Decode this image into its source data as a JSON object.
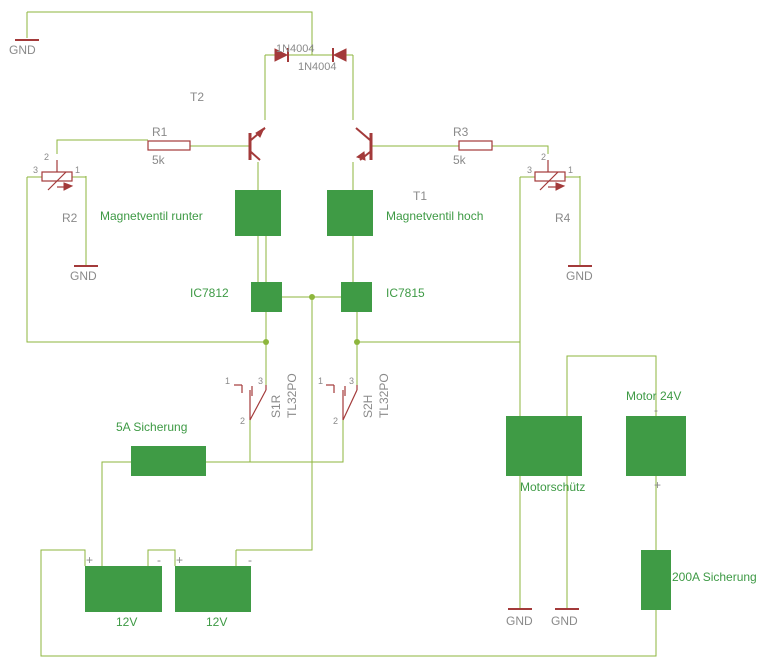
{
  "labels": {
    "gnd": "GND",
    "d1": "1N4004",
    "d2": "1N4004",
    "t2": "T2",
    "t1": "T1",
    "r1": "R1",
    "r1_val": "5k",
    "r3": "R3",
    "r3_val": "5k",
    "r2": "R2",
    "r4": "R4",
    "pin1": "1",
    "pin2": "2",
    "pin3": "3",
    "mv_runter": "Magnetventil runter",
    "mv_hoch": "Magnetventil hoch",
    "ic7812": "IC7812",
    "ic7815": "IC7815",
    "s1r": "S1R",
    "s2h": "S2H",
    "tl": "TL32PO",
    "fuse5": "5A Sicherung",
    "motor": "Motor 24V",
    "motorschuetz": "Motorschütz",
    "fuse200": "200A Sicherung",
    "bat1": "12V",
    "bat2": "12V",
    "plus": "+",
    "minus": "-"
  },
  "colors": {
    "wire": "#8db63c",
    "symbol": "#a33a3a",
    "block": "#3f9b45",
    "text_green": "#3e9a45",
    "text_gray": "#8a8a8a"
  }
}
